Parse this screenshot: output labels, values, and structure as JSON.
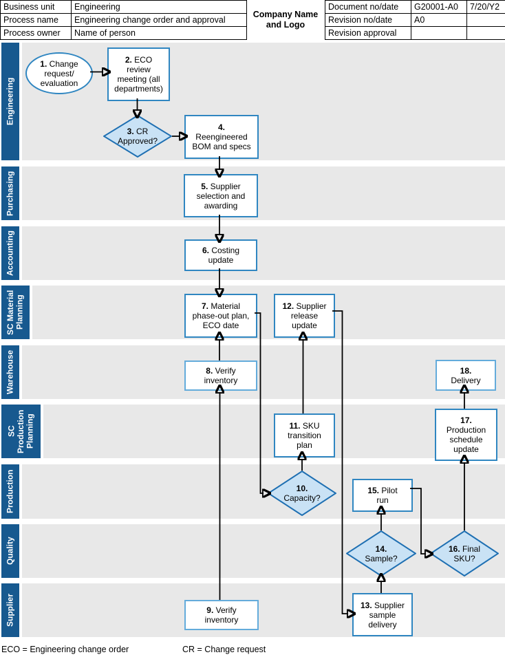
{
  "header": {
    "company": "Company Name and Logo",
    "left_rows": [
      {
        "label": "Business unit",
        "value": "Engineering"
      },
      {
        "label": "Process name",
        "value": "Engineering change order and approval"
      },
      {
        "label": "Process owner",
        "value": "Name of person"
      }
    ],
    "right_rows": [
      {
        "label": "Document no/date",
        "v1": "G20001-A0",
        "v2": "7/20/Y2"
      },
      {
        "label": "Revision no/date",
        "v1": "A0",
        "v2": ""
      },
      {
        "label": "Revision approval",
        "v1": "",
        "v2": ""
      }
    ]
  },
  "lanes": [
    {
      "label": "Engineering"
    },
    {
      "label": "Purchasing"
    },
    {
      "label": "Accounting"
    },
    {
      "label": "SC Material\nPlanning"
    },
    {
      "label": "Warehouse"
    },
    {
      "label": "SC\nProduction\nPlanning"
    },
    {
      "label": "Production"
    },
    {
      "label": "Quality"
    },
    {
      "label": "Supplier"
    }
  ],
  "shapes": [
    {
      "num": "1.",
      "type": "terminator",
      "text": " Change\nrequest/\nevaluation"
    },
    {
      "num": "2.",
      "type": "process",
      "text": " ECO\nreview\nmeeting (all\ndepartments)"
    },
    {
      "num": "3.",
      "type": "decision",
      "text": " CR\nApproved?"
    },
    {
      "num": "4.",
      "type": "process",
      "text": "\nReengineered\nBOM and specs"
    },
    {
      "num": "5.",
      "type": "process",
      "text": " Supplier\nselection and\nawarding"
    },
    {
      "num": "6.",
      "type": "process",
      "text": " Costing\nupdate"
    },
    {
      "num": "7.",
      "type": "process",
      "text": " Material\nphase-out plan,\nECO date"
    },
    {
      "num": "8.",
      "type": "process",
      "text": " Verify\ninventory"
    },
    {
      "num": "9.",
      "type": "process",
      "text": " Verify\ninventory"
    },
    {
      "num": "10.",
      "type": "decision",
      "text": "\nCapacity?"
    },
    {
      "num": "11.",
      "type": "process",
      "text": " SKU\ntransition\nplan"
    },
    {
      "num": "12.",
      "type": "process",
      "text": " Supplier\nrelease\nupdate"
    },
    {
      "num": "13.",
      "type": "process",
      "text": " Supplier\nsample\ndelivery"
    },
    {
      "num": "14.",
      "type": "decision",
      "text": "\nSample?"
    },
    {
      "num": "15.",
      "type": "process",
      "text": " Pilot\nrun"
    },
    {
      "num": "16.",
      "type": "decision",
      "text": " Final\nSKU?"
    },
    {
      "num": "17.",
      "type": "process",
      "text": "\nProduction\nschedule\nupdate"
    },
    {
      "num": "18.",
      "type": "process",
      "text": "\nDelivery"
    }
  ],
  "legend": {
    "eco": "ECO = Engineering change order",
    "cr": "CR = Change request"
  },
  "colors": {
    "lane_bar": "#17598f",
    "lane_bg": "#e8e8e8",
    "process_border": "#2f86c1",
    "process_border_light": "#63abdb",
    "decision_border": "#1e6fb2",
    "decision_fill": "#c9e2f5",
    "arrow": "#000000"
  }
}
